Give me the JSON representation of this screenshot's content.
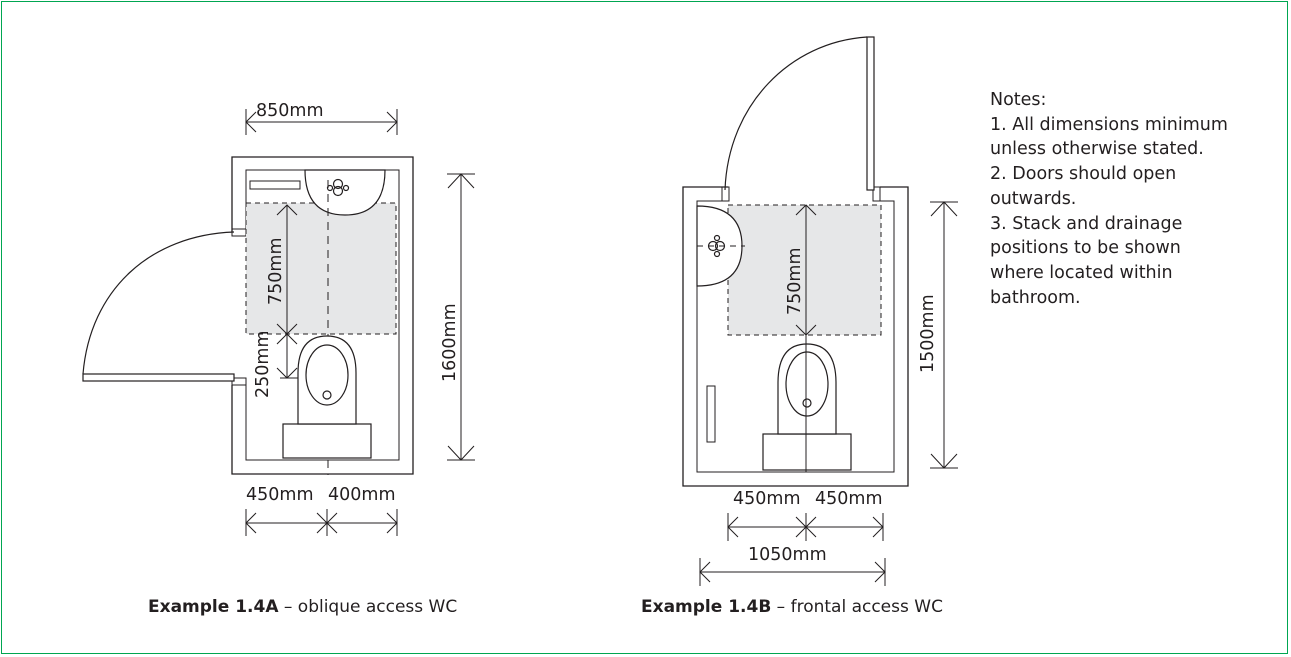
{
  "notes": {
    "heading": "Notes:",
    "items": [
      "1. All dimensions minimum unless otherwise stated.",
      "2. Doors should open outwards.",
      "3. Stack and drainage positions to be shown where located within bathroom."
    ]
  },
  "example_a": {
    "label_bold": "Example 1.4A",
    "label_rest": " – oblique access WC",
    "dims": {
      "width_top": "850mm",
      "height": "1600mm",
      "clear_zone": "750mm",
      "wc_gap": "250mm",
      "bottom_left": "450mm",
      "bottom_right": "400mm"
    }
  },
  "example_b": {
    "label_bold": "Example 1.4B",
    "label_rest": " – frontal access WC",
    "dims": {
      "height": "1500mm",
      "clear_zone": "750mm",
      "bottom_left": "450mm",
      "bottom_right": "450mm",
      "width_bottom": "1050mm"
    }
  },
  "colors": {
    "border": "#00a651",
    "line": "#231f20",
    "zone": "#e6e7e8"
  }
}
